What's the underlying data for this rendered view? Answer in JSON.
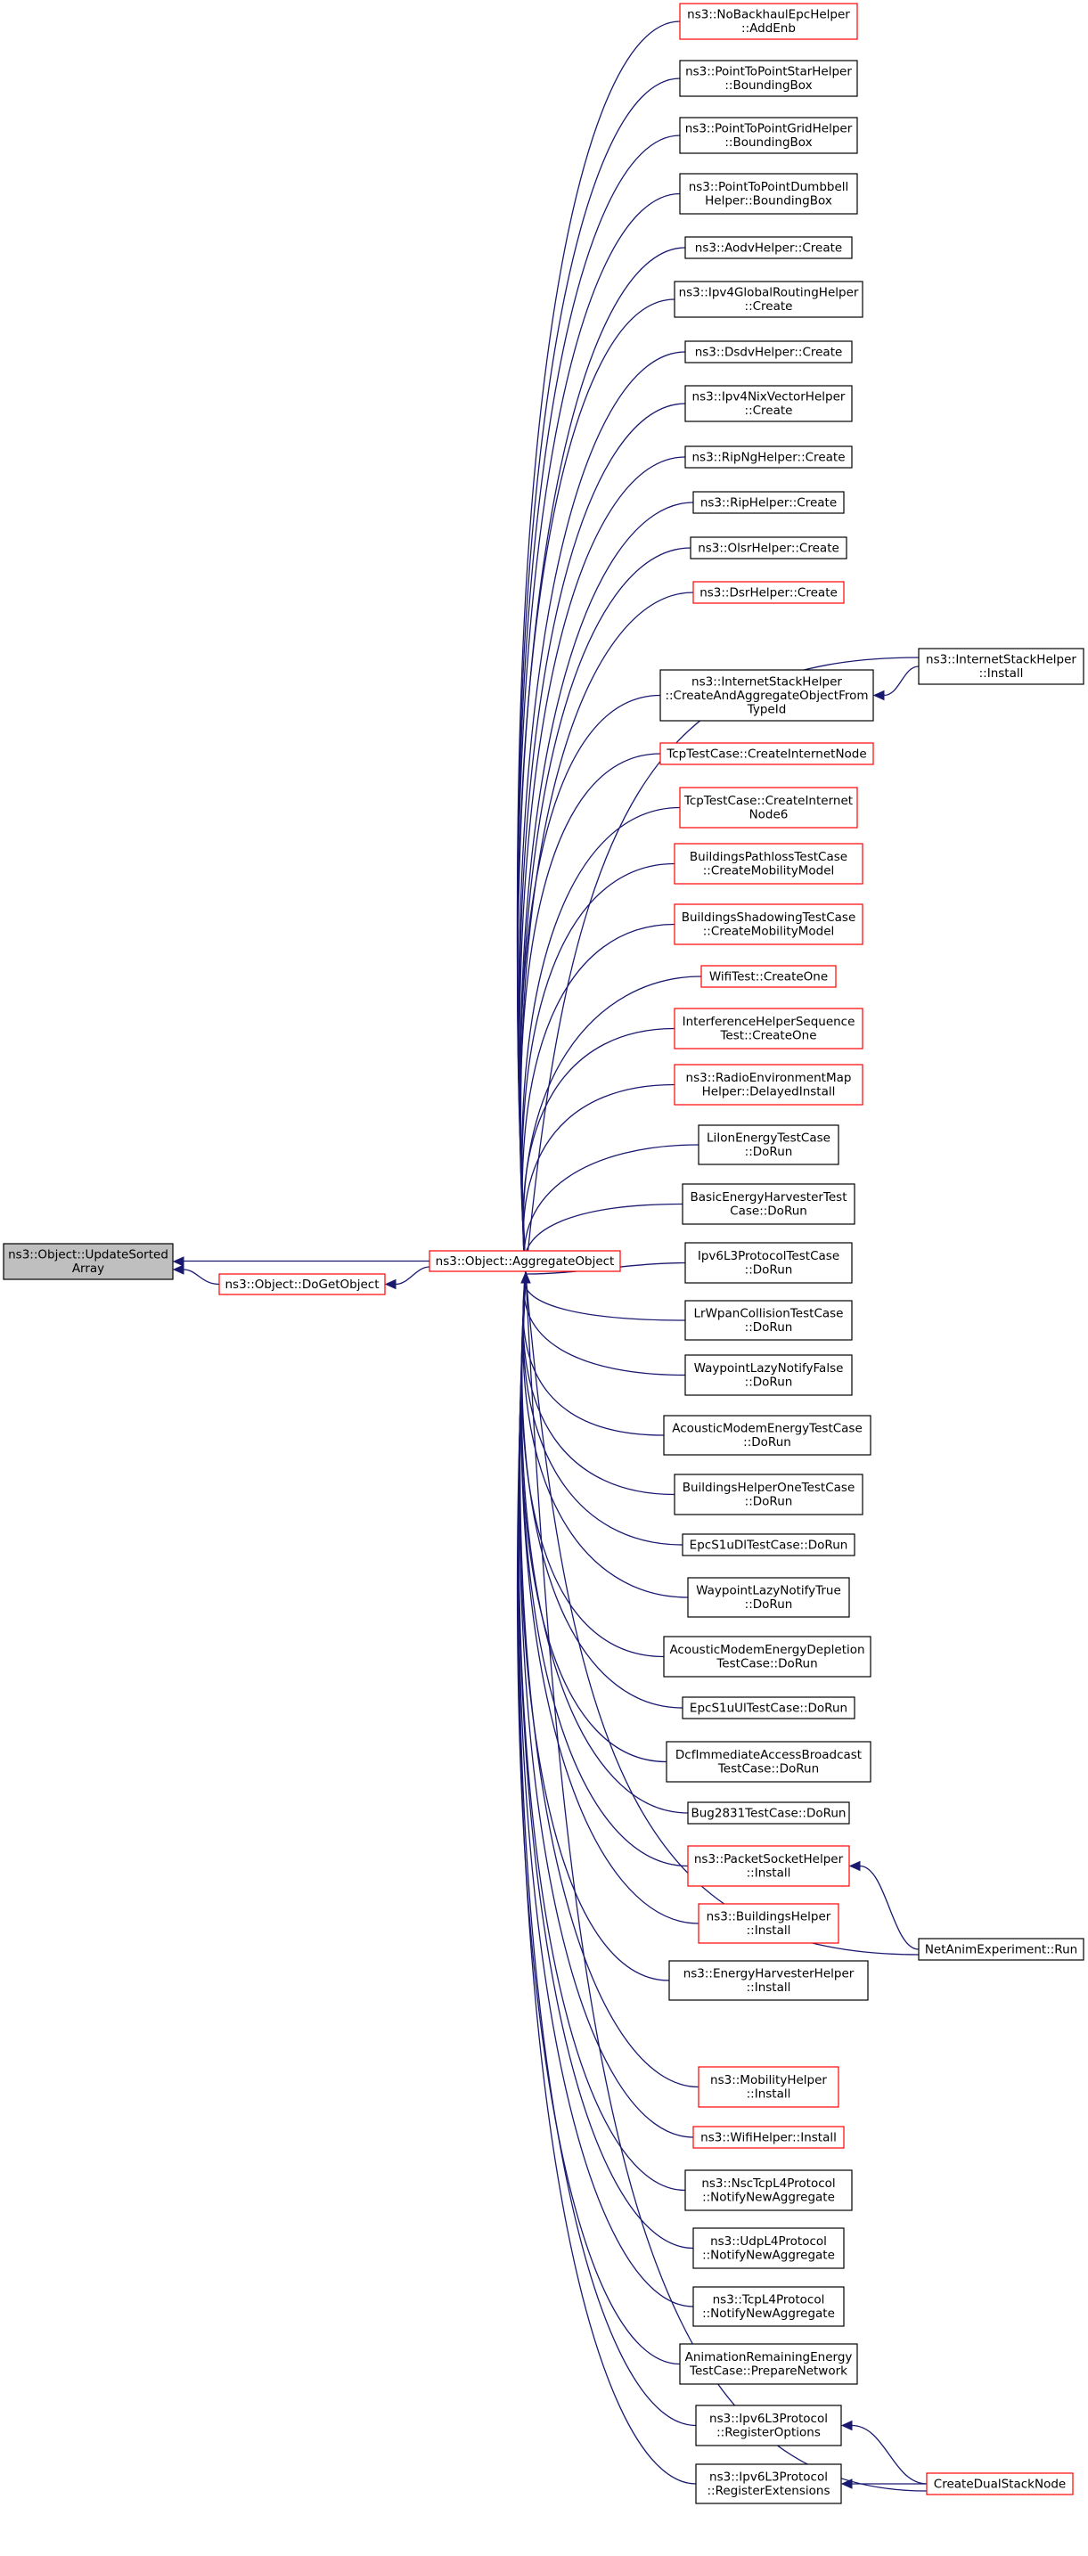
{
  "nodes": [
    {
      "id": "root",
      "lines": [
        "ns3::Object::UpdateSorted",
        "Array"
      ],
      "style": "root"
    },
    {
      "id": "dogetobject",
      "lines": [
        "ns3::Object::DoGetObject"
      ],
      "style": "red"
    },
    {
      "id": "aggregate",
      "lines": [
        "ns3::Object::AggregateObject"
      ],
      "style": "red"
    },
    {
      "id": "n0",
      "lines": [
        "ns3::NoBackhaulEpcHelper",
        "::AddEnb"
      ],
      "style": "red"
    },
    {
      "id": "n1",
      "lines": [
        "ns3::PointToPointStarHelper",
        "::BoundingBox"
      ],
      "style": "black"
    },
    {
      "id": "n2",
      "lines": [
        "ns3::PointToPointGridHelper",
        "::BoundingBox"
      ],
      "style": "black"
    },
    {
      "id": "n3",
      "lines": [
        "ns3::PointToPointDumbbell",
        "Helper::BoundingBox"
      ],
      "style": "black"
    },
    {
      "id": "n4",
      "lines": [
        "ns3::AodvHelper::Create"
      ],
      "style": "black"
    },
    {
      "id": "n5",
      "lines": [
        "ns3::Ipv4GlobalRoutingHelper",
        "::Create"
      ],
      "style": "black"
    },
    {
      "id": "n6",
      "lines": [
        "ns3::DsdvHelper::Create"
      ],
      "style": "black"
    },
    {
      "id": "n7",
      "lines": [
        "ns3::Ipv4NixVectorHelper",
        "::Create"
      ],
      "style": "black"
    },
    {
      "id": "n8",
      "lines": [
        "ns3::RipNgHelper::Create"
      ],
      "style": "black"
    },
    {
      "id": "n9",
      "lines": [
        "ns3::RipHelper::Create"
      ],
      "style": "black"
    },
    {
      "id": "n10",
      "lines": [
        "ns3::OlsrHelper::Create"
      ],
      "style": "black"
    },
    {
      "id": "n11",
      "lines": [
        "ns3::DsrHelper::Create"
      ],
      "style": "red"
    },
    {
      "id": "n12",
      "lines": [
        "ns3::InternetStackHelper",
        "::CreateAndAggregateObjectFrom",
        "TypeId"
      ],
      "style": "black"
    },
    {
      "id": "n13",
      "lines": [
        "TcpTestCase::CreateInternetNode"
      ],
      "style": "red"
    },
    {
      "id": "n14",
      "lines": [
        "TcpTestCase::CreateInternet",
        "Node6"
      ],
      "style": "red"
    },
    {
      "id": "n15",
      "lines": [
        "BuildingsPathlossTestCase",
        "::CreateMobilityModel"
      ],
      "style": "red"
    },
    {
      "id": "n16",
      "lines": [
        "BuildingsShadowingTestCase",
        "::CreateMobilityModel"
      ],
      "style": "red"
    },
    {
      "id": "n17",
      "lines": [
        "WifiTest::CreateOne"
      ],
      "style": "red"
    },
    {
      "id": "n18",
      "lines": [
        "InterferenceHelperSequence",
        "Test::CreateOne"
      ],
      "style": "red"
    },
    {
      "id": "n19",
      "lines": [
        "ns3::RadioEnvironmentMap",
        "Helper::DelayedInstall"
      ],
      "style": "red"
    },
    {
      "id": "n20",
      "lines": [
        "LiIonEnergyTestCase",
        "::DoRun"
      ],
      "style": "black"
    },
    {
      "id": "n21",
      "lines": [
        "BasicEnergyHarvesterTest",
        "Case::DoRun"
      ],
      "style": "black"
    },
    {
      "id": "n22",
      "lines": [
        "Ipv6L3ProtocolTestCase",
        "::DoRun"
      ],
      "style": "black"
    },
    {
      "id": "n23",
      "lines": [
        "LrWpanCollisionTestCase",
        "::DoRun"
      ],
      "style": "black"
    },
    {
      "id": "n24",
      "lines": [
        "WaypointLazyNotifyFalse",
        "::DoRun"
      ],
      "style": "black"
    },
    {
      "id": "n25",
      "lines": [
        "AcousticModemEnergyTestCase",
        "::DoRun"
      ],
      "style": "black"
    },
    {
      "id": "n26",
      "lines": [
        "BuildingsHelperOneTestCase",
        "::DoRun"
      ],
      "style": "black"
    },
    {
      "id": "n27",
      "lines": [
        "EpcS1uDlTestCase::DoRun"
      ],
      "style": "black"
    },
    {
      "id": "n28",
      "lines": [
        "WaypointLazyNotifyTrue",
        "::DoRun"
      ],
      "style": "black"
    },
    {
      "id": "n29",
      "lines": [
        "AcousticModemEnergyDepletion",
        "TestCase::DoRun"
      ],
      "style": "black"
    },
    {
      "id": "n30",
      "lines": [
        "EpcS1uUlTestCase::DoRun"
      ],
      "style": "black"
    },
    {
      "id": "n31",
      "lines": [
        "DcfImmediateAccessBroadcast",
        "TestCase::DoRun"
      ],
      "style": "black"
    },
    {
      "id": "n32",
      "lines": [
        "Bug2831TestCase::DoRun"
      ],
      "style": "black"
    },
    {
      "id": "n33",
      "lines": [
        "ns3::PacketSocketHelper",
        "::Install"
      ],
      "style": "red"
    },
    {
      "id": "n34",
      "lines": [
        "ns3::BuildingsHelper",
        "::Install"
      ],
      "style": "red"
    },
    {
      "id": "n35",
      "lines": [
        "ns3::EnergyHarvesterHelper",
        "::Install"
      ],
      "style": "black"
    },
    {
      "id": "n36",
      "lines": [
        "ns3::MobilityHelper",
        "::Install"
      ],
      "style": "red"
    },
    {
      "id": "n37",
      "lines": [
        "ns3::WifiHelper::Install"
      ],
      "style": "red"
    },
    {
      "id": "n38",
      "lines": [
        "ns3::NscTcpL4Protocol",
        "::NotifyNewAggregate"
      ],
      "style": "black"
    },
    {
      "id": "n39",
      "lines": [
        "ns3::UdpL4Protocol",
        "::NotifyNewAggregate"
      ],
      "style": "black"
    },
    {
      "id": "n40",
      "lines": [
        "ns3::TcpL4Protocol",
        "::NotifyNewAggregate"
      ],
      "style": "black"
    },
    {
      "id": "n41",
      "lines": [
        "AnimationRemainingEnergy",
        "TestCase::PrepareNetwork"
      ],
      "style": "black"
    },
    {
      "id": "n42",
      "lines": [
        "ns3::Ipv6L3Protocol",
        "::RegisterOptions"
      ],
      "style": "black"
    },
    {
      "id": "n43",
      "lines": [
        "ns3::Ipv6L3Protocol",
        "::RegisterExtensions"
      ],
      "style": "black"
    },
    {
      "id": "r0",
      "lines": [
        "ns3::InternetStackHelper",
        "::Install"
      ],
      "style": "black"
    },
    {
      "id": "r1",
      "lines": [
        "NetAnimExperiment::Run"
      ],
      "style": "black"
    },
    {
      "id": "r2",
      "lines": [
        "CreateDualStackNode"
      ],
      "style": "red"
    }
  ]
}
